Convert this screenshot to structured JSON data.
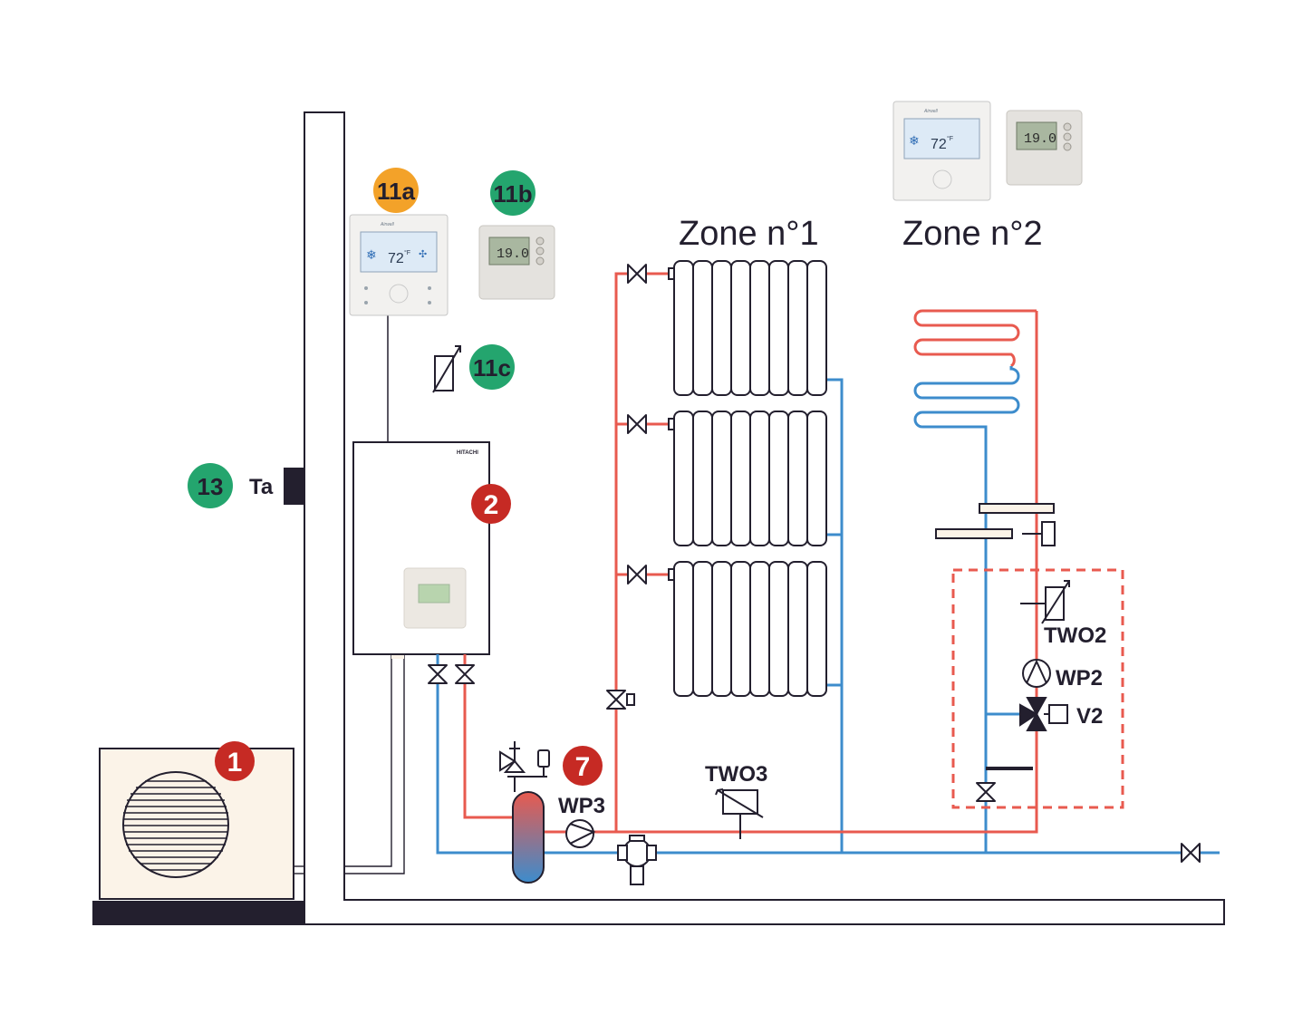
{
  "colors": {
    "hot": "#e85a4f",
    "cold": "#3d8ccc",
    "ink": "#231f2e",
    "badge_red": "#c62a24",
    "badge_green": "#24a56e",
    "badge_orange": "#f3a229",
    "unit_fill": "#fbf3e8",
    "tank_top": "#e85a4f",
    "tank_bottom": "#3d8ccc"
  },
  "zones": {
    "zone1_title": "Zone n°1",
    "zone2_title": "Zone n°2"
  },
  "badges": {
    "outdoor_unit": "1",
    "indoor_unit": "2",
    "buffer_group": "7",
    "remote_controller": "11a",
    "room_thermostat": "11b",
    "sensor": "11c",
    "ambient_sensor": "13"
  },
  "labels": {
    "ambient": "Ta",
    "two3": "TWO3",
    "wp3": "WP3",
    "two2": "TWO2",
    "wp2": "WP2",
    "v2": "V2",
    "unit_brand": "HITACHI",
    "controller_brand": "Airwell",
    "controller_temp": "72",
    "controller_unit": "°F",
    "thermostat_reading": "19.0"
  },
  "icons": [
    "snowflake-icon",
    "fan-icon",
    "valve-icon",
    "pump-icon",
    "three-way-valve-icon",
    "temperature-sensor-icon",
    "safety-valve-icon",
    "expansion-vessel-icon",
    "strainer-icon"
  ]
}
